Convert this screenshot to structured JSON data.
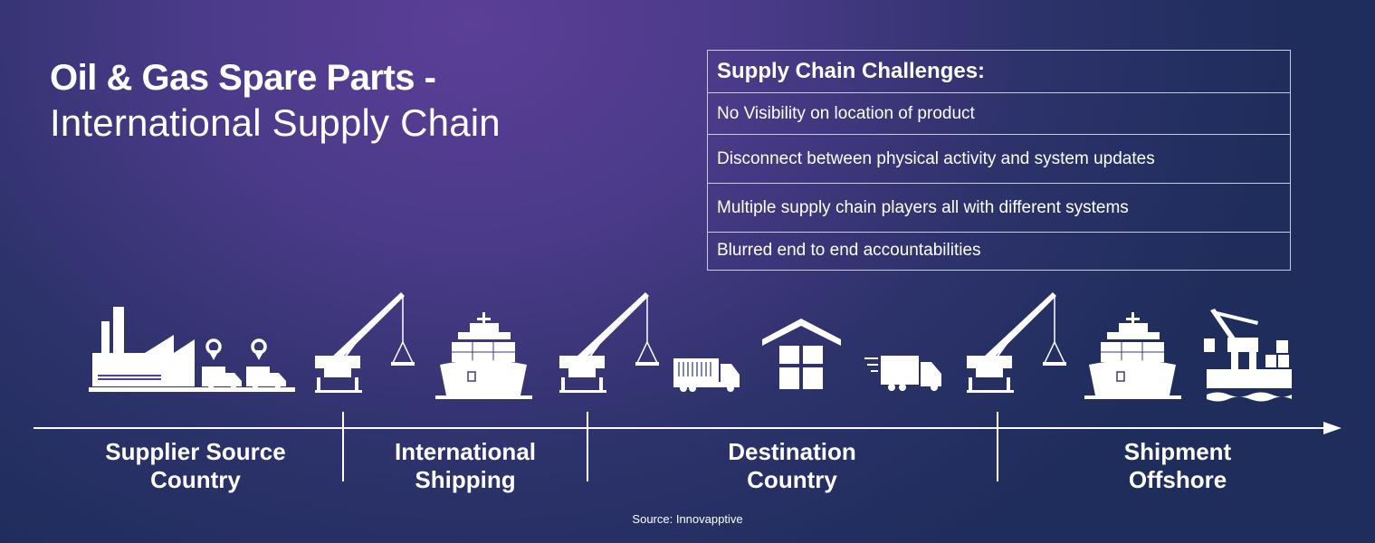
{
  "title": {
    "line1": "Oil & Gas Spare Parts -",
    "line2": "International Supply Chain"
  },
  "challenges": {
    "heading": "Supply Chain Challenges:",
    "items": [
      "No Visibility on location of product",
      "Disconnect between physical activity and system updates",
      "Multiple supply chain players all with different systems",
      "Blurred end to end accountabilities"
    ]
  },
  "stages": [
    "Supplier Source Country",
    "International Shipping",
    "Destination Country",
    "Shipment Offshore"
  ],
  "stage_lines": [
    [
      "Supplier Source",
      "Country"
    ],
    [
      "International",
      "Shipping"
    ],
    [
      "Destination",
      "Country"
    ],
    [
      "Shipment",
      "Offshore"
    ]
  ],
  "source": "Source: Innovapptive",
  "colors": {
    "bg_purple": "#5b3f98",
    "bg_navy": "#1f2d5c",
    "foreground": "#ffffff"
  }
}
